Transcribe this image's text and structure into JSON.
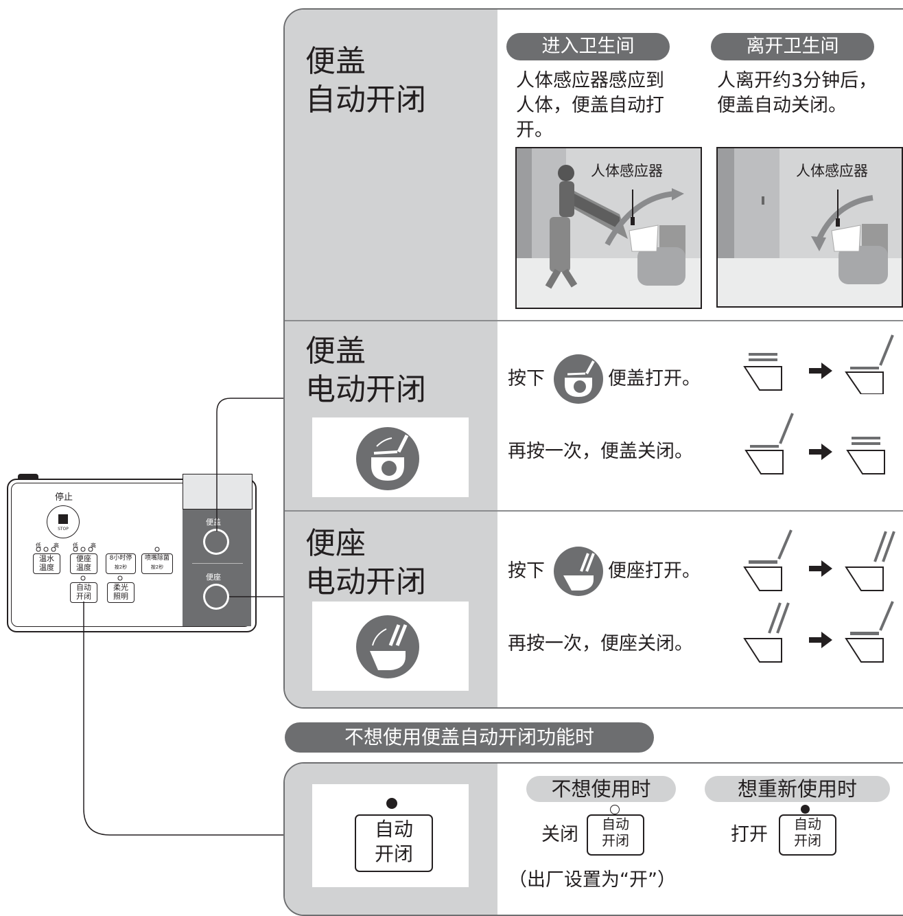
{
  "sections": {
    "auto": {
      "title_line1": "便盖",
      "title_line2": "自动开闭",
      "enter_pill": "进入卫生间",
      "leave_pill": "离开卫生间",
      "enter_text": [
        "人体感应器感应到",
        "人体，便盖自动打",
        "开。"
      ],
      "leave_text": [
        "人离开约3分钟后，",
        "便盖自动关闭。"
      ],
      "sensor_label": "人体感应器"
    },
    "lid": {
      "title_line1": "便盖",
      "title_line2": "电动开闭",
      "press": "按下",
      "open_text": "便盖打开。",
      "again_text": "再按一次，便盖关闭。"
    },
    "seat": {
      "title_line1": "便座",
      "title_line2": "电动开闭",
      "press": "按下",
      "open_text": "便座打开。",
      "again_text": "再按一次，便座关闭。"
    }
  },
  "disable": {
    "pill": "不想使用便盖自动开闭功能时",
    "button_label": [
      "自动",
      "开闭"
    ],
    "off_pill": "不想使用时",
    "on_pill": "想重新使用时",
    "off_label": "关闭",
    "on_label": "打开",
    "factory_note": "（出厂设置为“开”）"
  },
  "remote": {
    "stop_label": "停止",
    "stop_sub": "STOP",
    "low": "低",
    "high": "高",
    "keys": {
      "water_temp": [
        "温水",
        "温度"
      ],
      "seat_temp": [
        "便座",
        "温度"
      ],
      "timer": [
        "8小时停",
        "按2秒"
      ],
      "nozzle": [
        "喷嘴除菌",
        "按2秒"
      ],
      "auto": [
        "自动",
        "开闭"
      ],
      "light": [
        "柔光",
        "照明"
      ]
    },
    "lid_label": "便盖",
    "seat_label": "便座"
  },
  "colors": {
    "dark_gray": "#6d6e70",
    "light_gray": "#d1d2d3",
    "black": "#231f20"
  }
}
